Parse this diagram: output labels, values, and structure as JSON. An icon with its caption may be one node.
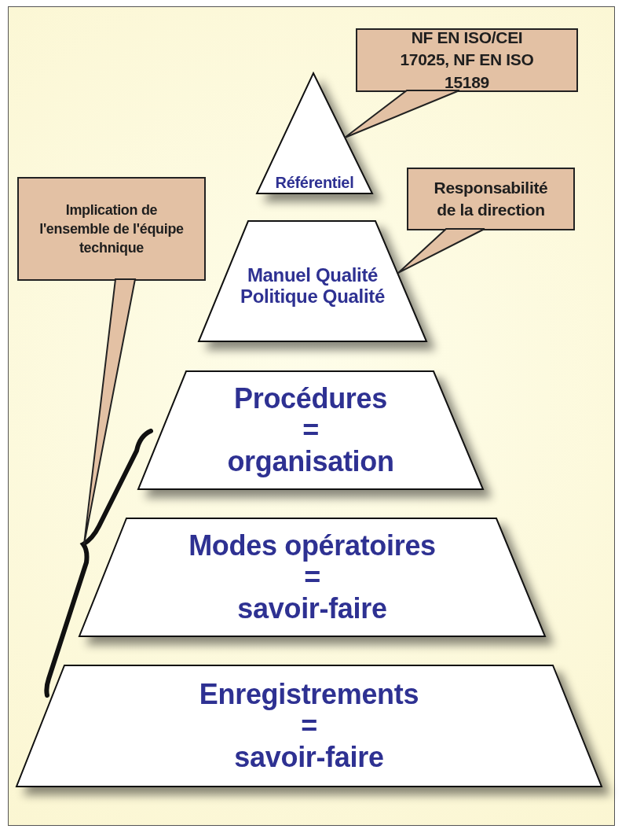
{
  "diagram": {
    "nodes": [
      {
        "text": [
          "Référentiel"
        ]
      },
      {
        "text": [
          "Manuel Qualité",
          "Politique Qualité"
        ]
      },
      {
        "text": [
          "Procédures",
          "=",
          "organisation"
        ]
      },
      {
        "text": [
          "Modes opératoires",
          "=",
          "savoir-faire"
        ]
      },
      {
        "text": [
          "Enregistrements",
          "=",
          "savoir-faire"
        ]
      },
      {
        "text": [
          "NF EN ISO/CEI 17025, NF EN ISO 15189"
        ]
      },
      {
        "text": [
          "Responsabilité de la direction"
        ]
      },
      {
        "text": [
          "Implication de l'ensemble de l'équipe technique"
        ]
      },
      {
        "text": [],
        "shape": "brace"
      }
    ],
    "edges": [
      {
        "from": 5,
        "to": 0,
        "arrow": "none"
      },
      {
        "from": 6,
        "to": 1,
        "arrow": "none"
      },
      {
        "from": 7,
        "to": 8,
        "arrow": "none"
      }
    ]
  }
}
